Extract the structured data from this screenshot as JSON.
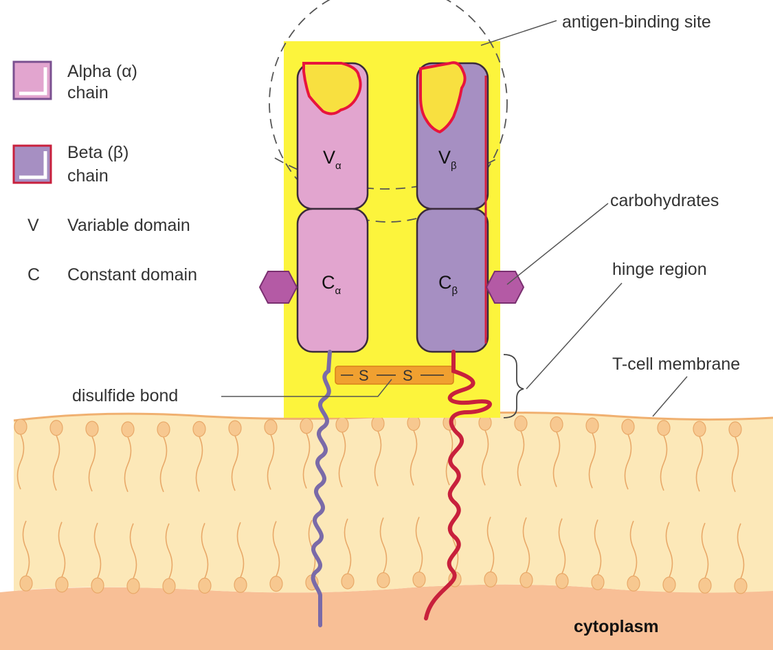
{
  "legend": {
    "alpha": {
      "line1": "Alpha (α)",
      "line2": "chain"
    },
    "beta": {
      "line1": "Beta (β)",
      "line2": "chain"
    },
    "variable": {
      "symbol": "V",
      "text": "Variable domain"
    },
    "constant": {
      "symbol": "C",
      "text": "Constant domain"
    }
  },
  "labels": {
    "antigen_binding_site": "antigen-binding site",
    "carbohydrates": "carbohydrates",
    "hinge_region": "hinge region",
    "t_cell_membrane": "T-cell membrane",
    "disulfide_bond": "disulfide bond",
    "cytoplasm": "cytoplasm"
  },
  "domains": {
    "v_alpha": {
      "letter": "V",
      "sub": "α"
    },
    "v_beta": {
      "letter": "V",
      "sub": "β"
    },
    "c_alpha": {
      "letter": "C",
      "sub": "α"
    },
    "c_beta": {
      "letter": "C",
      "sub": "β"
    }
  },
  "bond": {
    "s1": "S",
    "s2": "S"
  },
  "colors": {
    "highlight_yellow": "#fcf43c",
    "alpha_fill": "#e2a5cf",
    "beta_fill": "#a68fc2",
    "alpha_tail": "#7a6aa8",
    "beta_tail": "#c8203c",
    "carbohydrate": "#b45aa5",
    "bond_orange": "#f0a030",
    "membrane": "#fce8b8",
    "lipid_head": "#f7c890",
    "cytoplasm": "#f8bf96"
  }
}
